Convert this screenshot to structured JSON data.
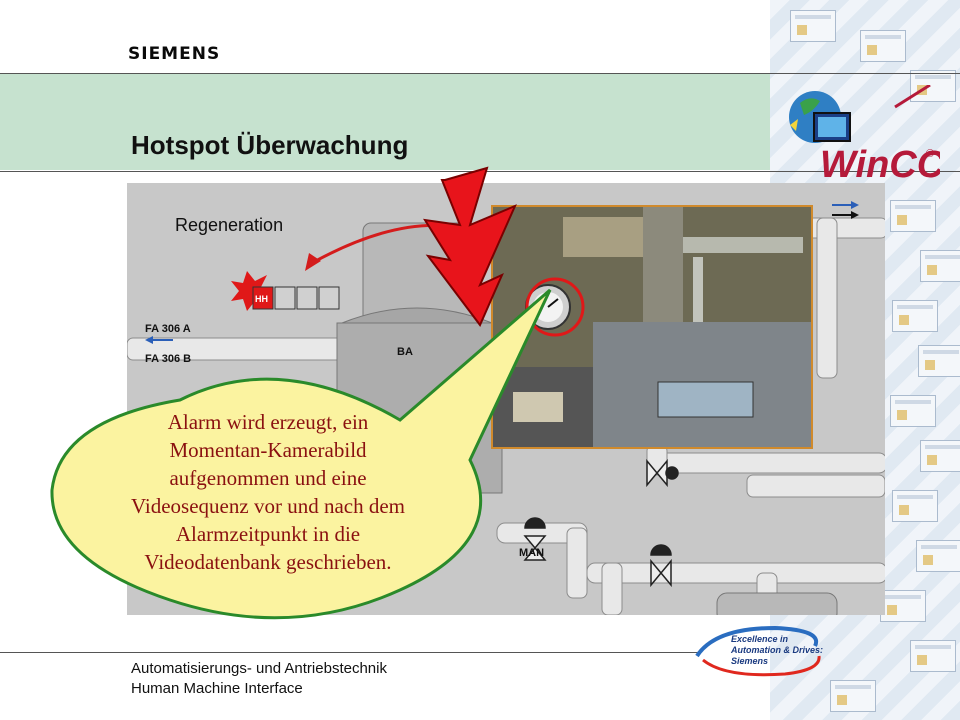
{
  "brand": {
    "logo_text": "SIEMENS"
  },
  "slide": {
    "title": "Hotspot Überwachung"
  },
  "hmi": {
    "regeneration_label": "Regeneration",
    "fa_a_label": "FA 306 A",
    "fa_b_label": "FA 306 B",
    "alarm_box_label": "HH",
    "tank_label": "BA",
    "man_label": "MAN"
  },
  "callout": {
    "line1": "Alarm wird erzeugt, ein",
    "line2": "Momentan-Kamerabild",
    "line3": "aufgenommen und eine",
    "line4": "Videosequenz vor und nach dem",
    "line5": "Alarmzeitpunkt in die",
    "line6": "Videodatenbank geschrieben."
  },
  "wincc": {
    "logo_text": "WinCC",
    "registered": "®"
  },
  "footer": {
    "line1": "Automatisierungs- und Antriebstechnik",
    "line2": "Human Machine Interface"
  },
  "excellence": {
    "line1": "Excellence in",
    "line2": "Automation & Drives:",
    "line3": "Siemens"
  },
  "colors": {
    "title_band": "#c6e2cf",
    "callout_fill": "#fbf3a0",
    "callout_text": "#8a1010",
    "lightning": "#e8141b",
    "photo_border": "#d08a2c"
  }
}
